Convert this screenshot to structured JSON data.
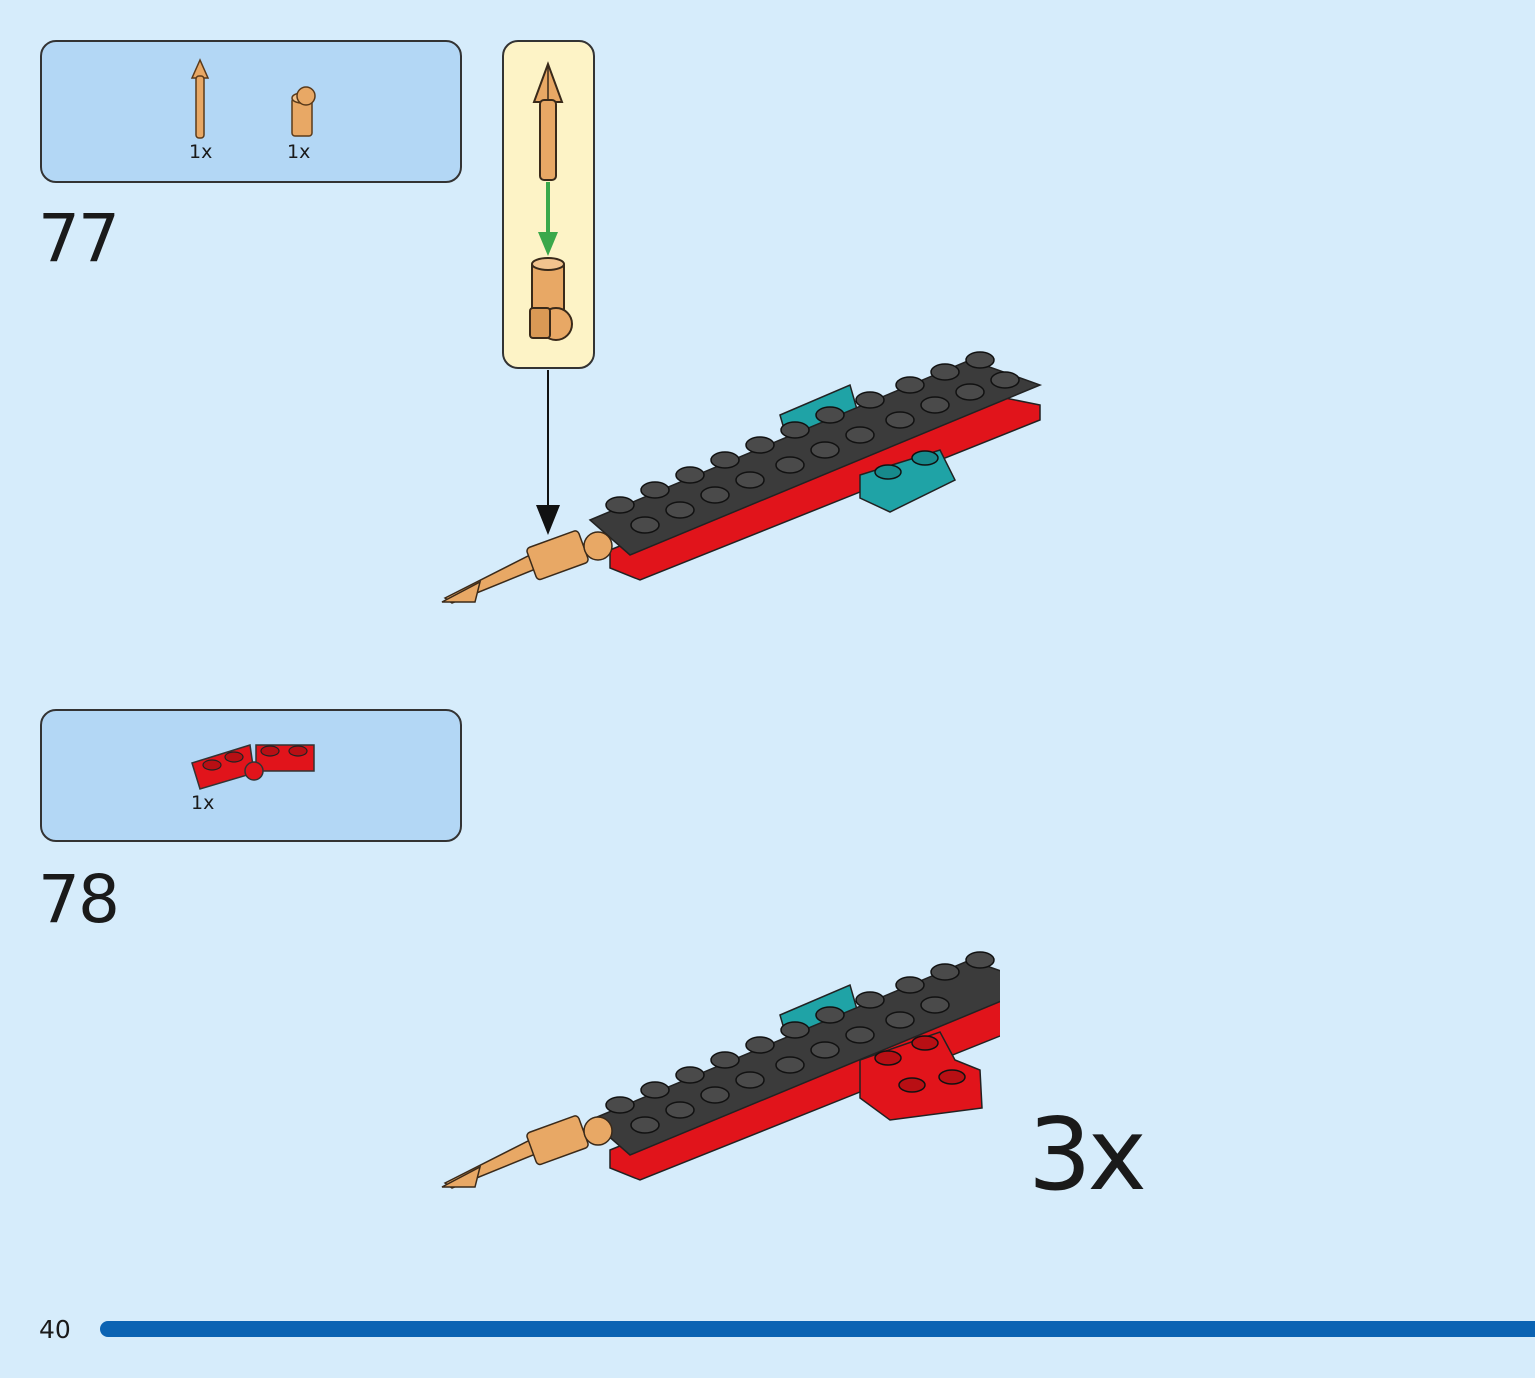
{
  "step77": {
    "number": "77",
    "parts": [
      {
        "name": "gold-arrow-shaft",
        "qty": "1x"
      },
      {
        "name": "gold-bar-holder-clip",
        "qty": "1x"
      }
    ]
  },
  "step78": {
    "number": "78",
    "parts": [
      {
        "name": "red-hinge-plate",
        "qty": "1x"
      }
    ],
    "multiplier": "3x"
  },
  "page": {
    "number": "40"
  },
  "colors": {
    "background": "#d6ecfb",
    "parts_box": "#b3d7f5",
    "callout": "#fdf3c6",
    "brick_dark": "#3b3b3b",
    "brick_red": "#e1141b",
    "brick_teal": "#1fa3a6",
    "gold": "#e8a865",
    "progress_bar": "#0b63b3",
    "arrow_green": "#3aa84a"
  }
}
